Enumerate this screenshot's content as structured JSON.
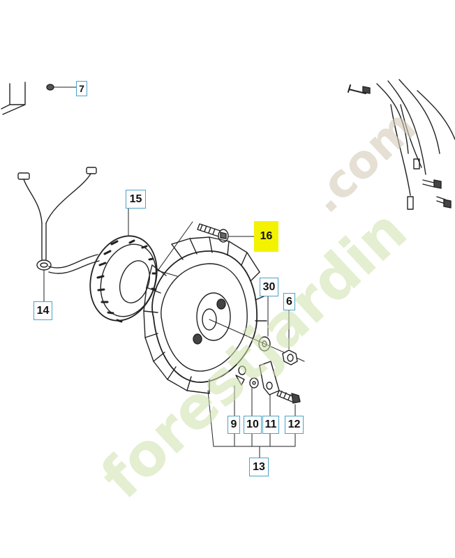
{
  "callouts": {
    "c7": "7",
    "c15": "15",
    "c16": "16",
    "c14": "14",
    "c30": "30",
    "c6": "6",
    "c9": "9",
    "c10": "10",
    "c11": "11",
    "c12": "12",
    "c13": "13"
  },
  "highlighted_callout": "16",
  "colors": {
    "highlight": "#f3f200",
    "callout_border": "#4aa3c8",
    "line": "#222222",
    "watermark_main": "#cee0aa",
    "watermark_sub": "#d4cab8"
  },
  "watermark": {
    "main": "forestjardin",
    "sub": ".com"
  }
}
